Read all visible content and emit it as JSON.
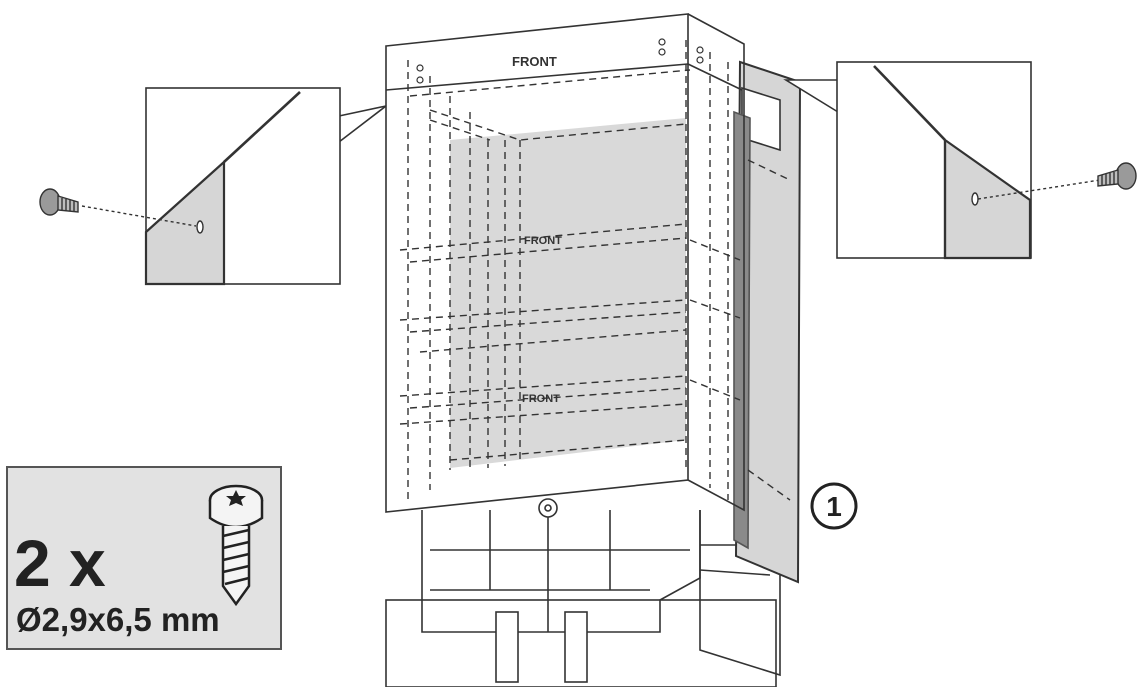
{
  "diagram": {
    "front_labels": [
      "FRONT",
      "FRONT",
      "FRONT"
    ],
    "callout_number": "1",
    "quantity_box": {
      "count": "2 x",
      "spec": "Ø2,9x6,5 mm"
    }
  },
  "colors": {
    "line": "#333333",
    "panel_fill": "#d6d6d6",
    "box_fill": "#e2e2e2"
  }
}
